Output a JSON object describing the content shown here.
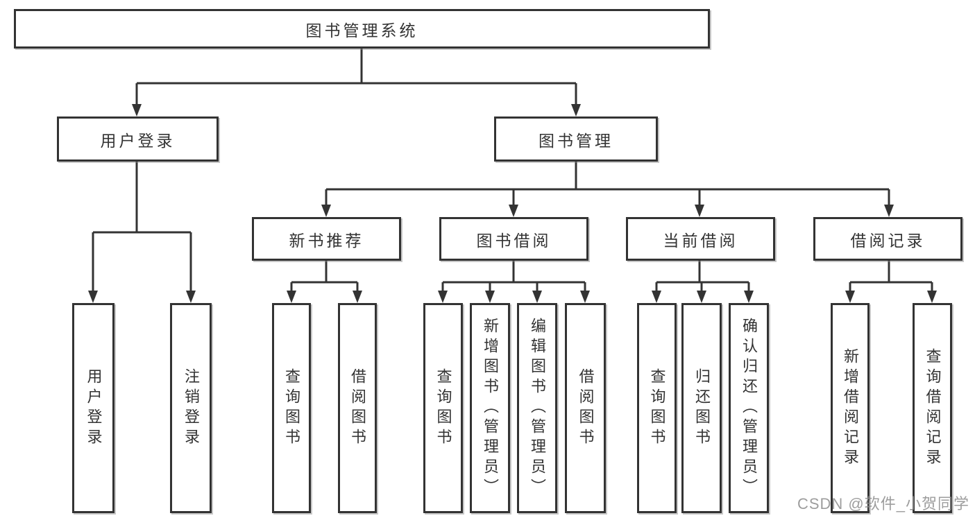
{
  "diagram_title": "图书管理系统",
  "nodes": {
    "root": {
      "label": "图书管理系统"
    },
    "user_login": {
      "label": "用户登录"
    },
    "book_mgmt": {
      "label": "图书管理"
    },
    "new_book_rec": {
      "label": "新书推荐"
    },
    "book_borrow": {
      "label": "图书借阅"
    },
    "current_borrow": {
      "label": "当前借阅"
    },
    "borrow_record": {
      "label": "借阅记录"
    },
    "leaf_user_login": {
      "label": "用户登录"
    },
    "leaf_logout": {
      "label": "注销登录"
    },
    "leaf_nbr_query": {
      "label": "查询图书"
    },
    "leaf_nbr_borrow": {
      "label": "借阅图书"
    },
    "leaf_bb_query": {
      "label": "查询图书"
    },
    "leaf_bb_add": {
      "label": "新增图书（管理员）"
    },
    "leaf_bb_edit": {
      "label": "编辑图书（管理员）"
    },
    "leaf_bb_borrow": {
      "label": "借阅图书"
    },
    "leaf_cb_query": {
      "label": "查询图书"
    },
    "leaf_cb_return": {
      "label": "归还图书"
    },
    "leaf_cb_confirm": {
      "label": "确认归还（管理员）"
    },
    "leaf_br_add": {
      "label": "新增借阅记录"
    },
    "leaf_br_query": {
      "label": "查询借阅记录"
    }
  },
  "hierarchy": {
    "图书管理系统": {
      "用户登录": [
        "用户登录",
        "注销登录"
      ],
      "图书管理": {
        "新书推荐": [
          "查询图书",
          "借阅图书"
        ],
        "图书借阅": [
          "查询图书",
          "新增图书（管理员）",
          "编辑图书（管理员）",
          "借阅图书"
        ],
        "当前借阅": [
          "查询图书",
          "归还图书",
          "确认归还（管理员）"
        ],
        "借阅记录": [
          "新增借阅记录",
          "查询借阅记录"
        ]
      }
    }
  },
  "watermark": {
    "text": "CSDN @软件_小贺同学"
  },
  "colors": {
    "line": "#333333",
    "box_border": "#333333",
    "text": "#333333",
    "background": "#ffffff",
    "watermark": "#8c8c8c"
  }
}
